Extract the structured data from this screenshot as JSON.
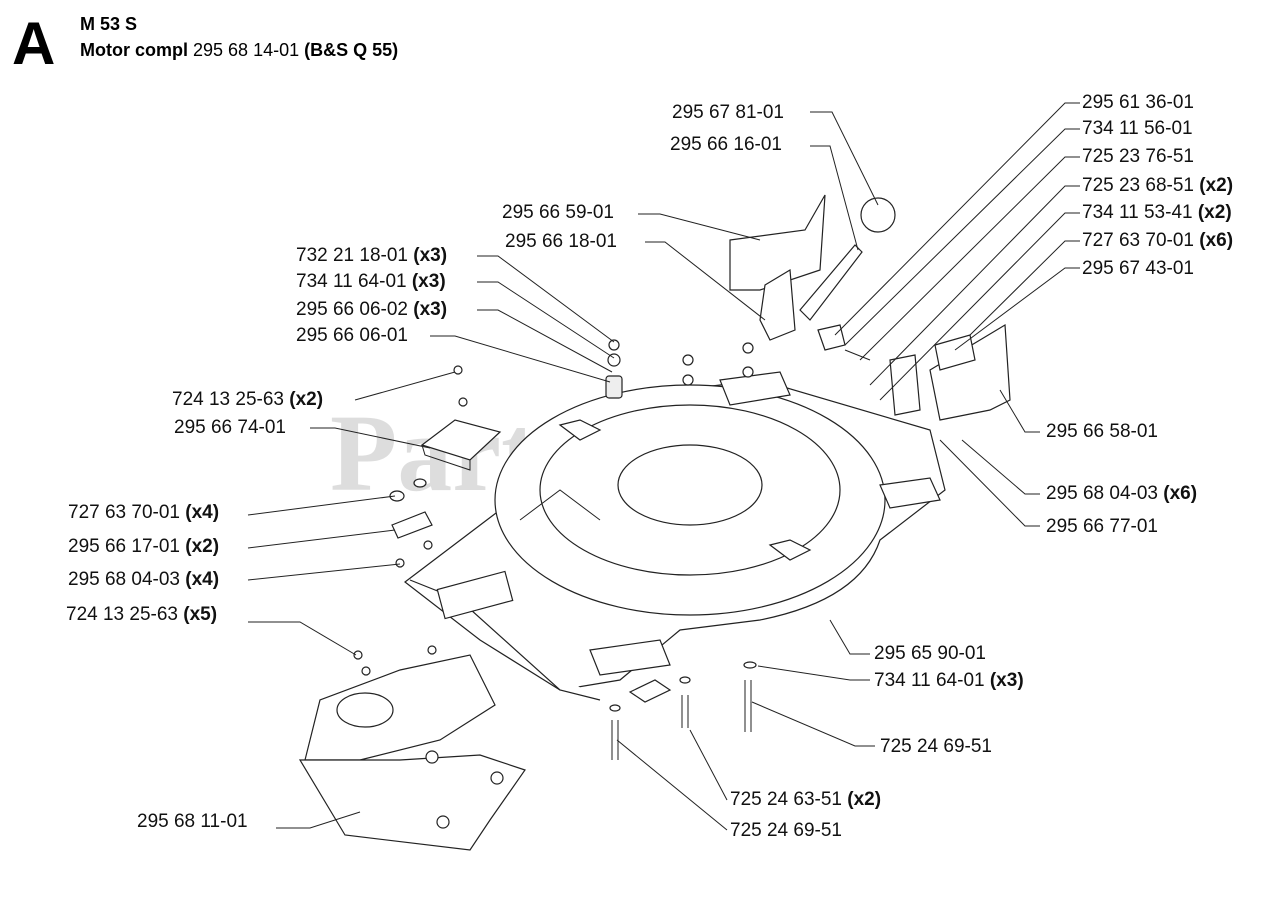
{
  "header": {
    "section_letter": "A",
    "model": "M 53 S",
    "subtitle_bold": "Motor compl",
    "subtitle_number": "295 68 14-01",
    "subtitle_engine": "(B&S Q 55)"
  },
  "watermark": "PartsTree",
  "labels": [
    {
      "id": "l1",
      "num": "295 67 81-01",
      "qty": ""
    },
    {
      "id": "l2",
      "num": "295 66 16-01",
      "qty": ""
    },
    {
      "id": "l3",
      "num": "295 66 59-01",
      "qty": ""
    },
    {
      "id": "l4",
      "num": "295 66 18-01",
      "qty": ""
    },
    {
      "id": "l5",
      "num": "732 21 18-01",
      "qty": "(x3)"
    },
    {
      "id": "l6",
      "num": "734 11 64-01",
      "qty": "(x3)"
    },
    {
      "id": "l7",
      "num": "295 66 06-02",
      "qty": "(x3)"
    },
    {
      "id": "l8",
      "num": "295 66 06-01",
      "qty": ""
    },
    {
      "id": "l9",
      "num": "724 13 25-63",
      "qty": "(x2)"
    },
    {
      "id": "l10",
      "num": "295 66 74-01",
      "qty": ""
    },
    {
      "id": "l11",
      "num": "727 63 70-01",
      "qty": "(x4)"
    },
    {
      "id": "l12",
      "num": "295 66 17-01",
      "qty": "(x2)"
    },
    {
      "id": "l13",
      "num": "295 68 04-03",
      "qty": "(x4)"
    },
    {
      "id": "l14",
      "num": "724 13 25-63",
      "qty": "(x5)"
    },
    {
      "id": "l15",
      "num": "295 68 11-01",
      "qty": ""
    },
    {
      "id": "r1",
      "num": "295 61 36-01",
      "qty": ""
    },
    {
      "id": "r2",
      "num": "734 11 56-01",
      "qty": ""
    },
    {
      "id": "r3",
      "num": "725 23 76-51",
      "qty": ""
    },
    {
      "id": "r4",
      "num": "725 23 68-51",
      "qty": "(x2)"
    },
    {
      "id": "r5",
      "num": "734 11 53-41",
      "qty": "(x2)"
    },
    {
      "id": "r6",
      "num": "727 63 70-01",
      "qty": "(x6)"
    },
    {
      "id": "r7",
      "num": "295 67 43-01",
      "qty": ""
    },
    {
      "id": "r8",
      "num": "295 66 58-01",
      "qty": ""
    },
    {
      "id": "r9",
      "num": "295 68 04-03",
      "qty": "(x6)"
    },
    {
      "id": "r10",
      "num": "295 66 77-01",
      "qty": ""
    },
    {
      "id": "r11",
      "num": "295 65 90-01",
      "qty": ""
    },
    {
      "id": "r12",
      "num": "734 11 64-01",
      "qty": "(x3)"
    },
    {
      "id": "r13",
      "num": "725 24 69-51",
      "qty": ""
    },
    {
      "id": "r14",
      "num": "725 24 63-51",
      "qty": "(x2)"
    },
    {
      "id": "r15",
      "num": "725 24 69-51",
      "qty": ""
    }
  ]
}
